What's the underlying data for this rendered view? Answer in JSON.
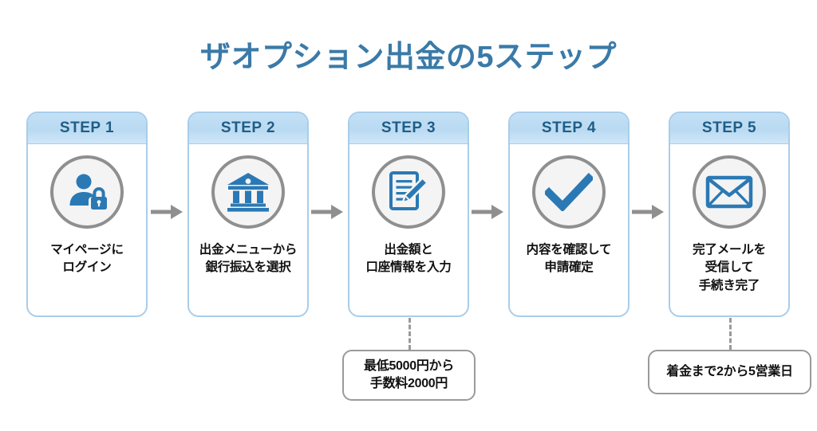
{
  "page": {
    "title": "ザオプション出金の5ステップ",
    "title_color": "#3a7aa8",
    "background_color": "#ffffff",
    "accent_color": "#2b79b4",
    "card_border_color": "#a9cdea",
    "card_header_color": "#bedcf3",
    "card_header_text_color": "#1f5d86",
    "icon_ring_color": "#8f8f8f",
    "icon_circle_fill": "#f4f4f4",
    "arrow_color": "#8f8f8f",
    "note_border_color": "#9a9a9a",
    "connector_color": "#9a9a9a"
  },
  "steps": [
    {
      "header": "STEP 1",
      "icon": "user-lock-icon",
      "caption": "マイページに\nログイン"
    },
    {
      "header": "STEP 2",
      "icon": "bank-icon",
      "caption": "出金メニューから\n銀行振込を選択"
    },
    {
      "header": "STEP 3",
      "icon": "document-pencil-icon",
      "caption": "出金額と\n口座情報を入力"
    },
    {
      "header": "STEP 4",
      "icon": "checkmark-icon",
      "caption": "内容を確認して\n申請確定"
    },
    {
      "header": "STEP 5",
      "icon": "envelope-icon",
      "caption": "完了メールを\n受信して\n手続き完了"
    }
  ],
  "arrows": [
    {
      "icon": "arrow-right-icon",
      "from": "STEP 1",
      "to": "STEP 2"
    },
    {
      "icon": "arrow-right-icon",
      "from": "STEP 2",
      "to": "STEP 3"
    },
    {
      "icon": "arrow-right-icon",
      "from": "STEP 3",
      "to": "STEP 4"
    },
    {
      "icon": "arrow-right-icon",
      "from": "STEP 4",
      "to": "STEP 5"
    }
  ],
  "notes": [
    {
      "attached_to": "STEP 3",
      "text": "最低5000円から\n手数料2000円"
    },
    {
      "attached_to": "STEP 5",
      "text": "着金まで2から5営業日"
    }
  ]
}
